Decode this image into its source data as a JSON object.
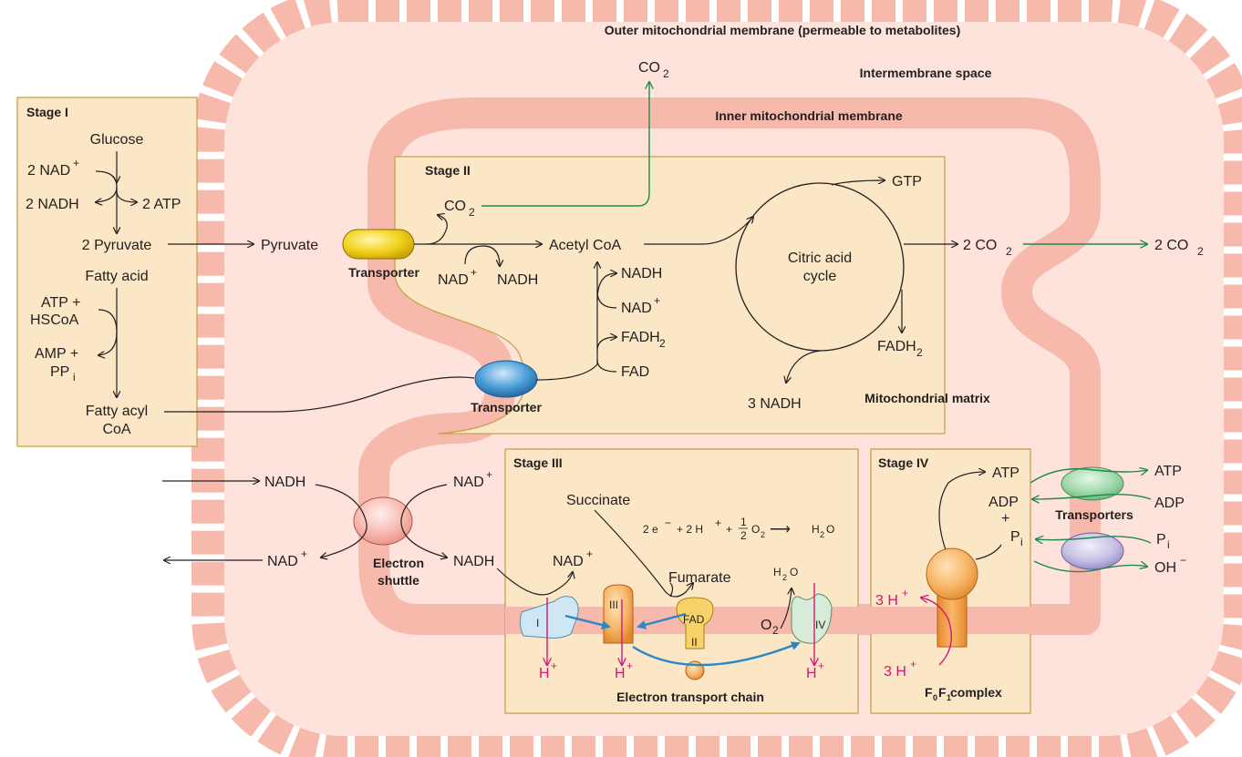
{
  "colors": {
    "outer_membrane": "#f6b9ab",
    "intermembrane": "#fde3dc",
    "inner_membrane": "#f6b9ab",
    "matrix_box": "#fbe6c6",
    "box_border": "#c9a24f",
    "green_arrow": "#1d8a4b",
    "magenta": "#d6157c",
    "blue_arrow": "#2a86c8"
  },
  "labels": {
    "outer_membrane": "Outer mitochondrial membrane (permeable to metabolites)",
    "intermembrane_space": "Intermembrane space",
    "inner_membrane": "Inner mitochondrial membrane",
    "mitochondrial_matrix": "Mitochondrial matrix",
    "co2_top": "CO",
    "co2_top_sub": "2"
  },
  "stage1": {
    "title": "Stage I",
    "glucose": "Glucose",
    "nad_plus": "2 NAD",
    "nad_plus_sup": "+",
    "nadh": "2 NADH",
    "atp": "2 ATP",
    "pyruvate": "2 Pyruvate",
    "fatty_acid": "Fatty acid",
    "atp_plus": "ATP +",
    "hscoa": "HSCoA",
    "amp_plus": "AMP +",
    "ppi": "PP",
    "ppi_sub": "i",
    "fatty_acyl": "Fatty acyl",
    "coa": "CoA"
  },
  "stage2": {
    "title": "Stage II",
    "pyruvate": "Pyruvate",
    "transporter_top": "Transporter",
    "transporter_bottom": "Transporter",
    "co2": "CO",
    "co2_sub": "2",
    "nad_plus": "NAD",
    "nad_sup": "+",
    "nadh": "NADH",
    "acetyl_coa": "Acetyl CoA",
    "nadh2": "NADH",
    "nad_plus2": "NAD",
    "fadh2": "FADH",
    "fadh2_sub": "2",
    "fad": "FAD",
    "citric_line1": "Citric acid",
    "citric_line2": "cycle",
    "gtp": "GTP",
    "two_co2": "2 CO",
    "two_co2_sub": "2",
    "two_co2_out": "2 CO",
    "two_co2_out_sub": "2",
    "fadh2_cycle": "FADH",
    "fadh2_cycle_sub": "2",
    "three_nadh": "3 NADH"
  },
  "shuttle": {
    "nadh_in": "NADH",
    "nad_out": "NAD",
    "nad_right": "NAD",
    "nadh_right": "NADH",
    "label_line1": "Electron",
    "label_line2": "shuttle",
    "sup": "+"
  },
  "stage3": {
    "title": "Stage III",
    "succinate": "Succinate",
    "eq_2e": "2 e",
    "eq_minus": "−",
    "eq_2h": "+ 2 H",
    "eq_plus_sup": "+",
    "eq_half_plus": "+",
    "eq_num": "1",
    "eq_den": "2",
    "eq_o2": "O",
    "eq_o2_sub": "2",
    "eq_arrow": "⟶",
    "eq_h2o": "H",
    "eq_h2o_sub": "2",
    "eq_h2o_o": "O",
    "nad_plus": "NAD",
    "fumarate": "Fumarate",
    "h2o": "H",
    "h2o_sub": "2",
    "h2o_o": "O",
    "o2": "O",
    "o2_sub": "2",
    "complex_i": "I",
    "complex_iii": "III",
    "complex_fad": "FAD",
    "complex_ii": "II",
    "complex_iv": "IV",
    "h_plus": "H",
    "chain_label": "Electron transport chain"
  },
  "stage4": {
    "title": "Stage IV",
    "atp": "ATP",
    "adp": "ADP",
    "plus": "+",
    "pi": "P",
    "pi_sub": "i",
    "three_h_top": "3 H",
    "three_h_bottom": "3 H",
    "sup": "+",
    "f0f1_f": "F",
    "f0f1_0": "0",
    "f0f1_1": "1",
    "f0f1_complex": " complex",
    "transporters": "Transporters",
    "atp_out": "ATP",
    "adp_out": "ADP",
    "pi_out": "P",
    "pi_out_sub": "i",
    "oh_out": "OH",
    "oh_sup": "−"
  }
}
